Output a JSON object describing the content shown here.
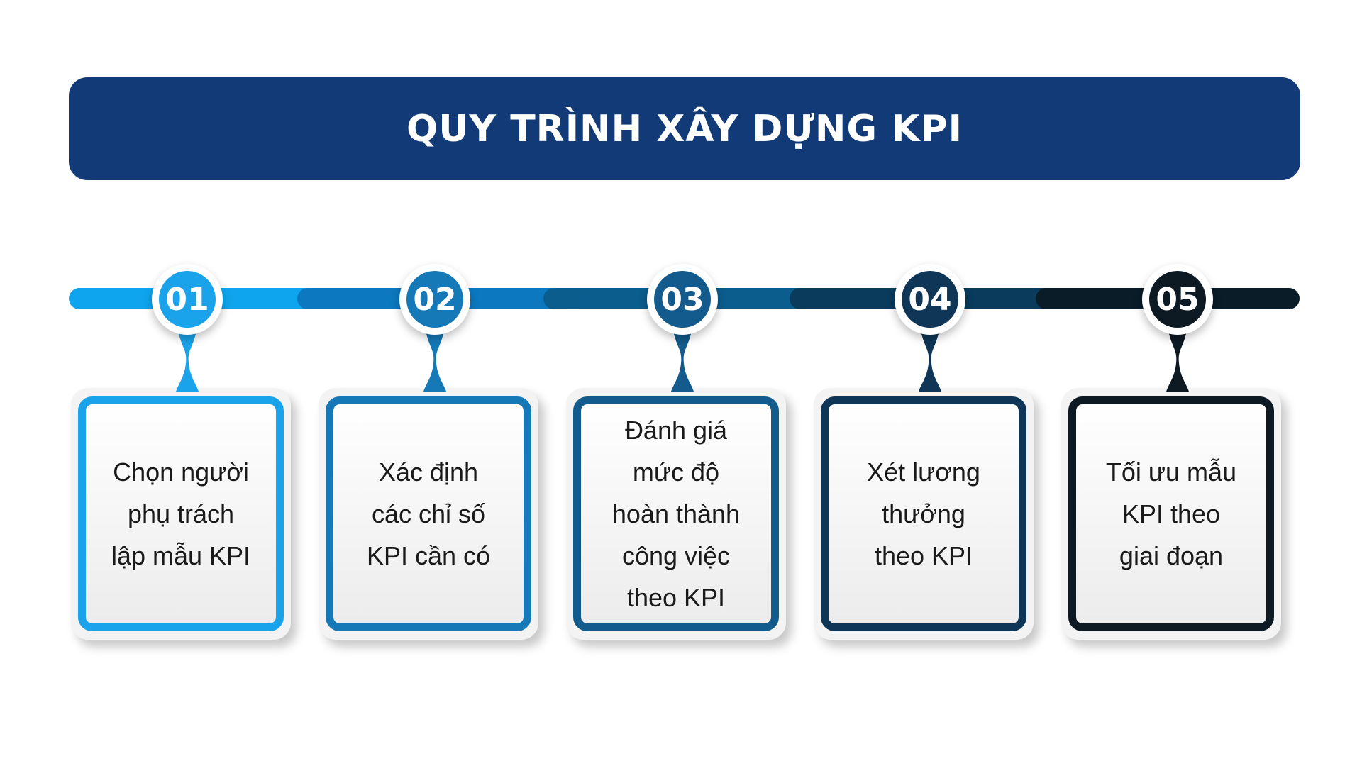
{
  "title": "QUY TRÌNH XÂY DỰNG KPI",
  "steps": [
    {
      "number": "01",
      "lines": [
        "Chọn người",
        "phụ trách",
        "lập mẫu KPI"
      ],
      "color": "#1aa3ea"
    },
    {
      "number": "02",
      "lines": [
        "Xác định",
        "các chỉ số",
        "KPI cần có"
      ],
      "color": "#1579b8"
    },
    {
      "number": "03",
      "lines": [
        "Đánh giá",
        "mức độ",
        "hoàn thành",
        "công việc",
        "theo KPI"
      ],
      "color": "#125b8c"
    },
    {
      "number": "04",
      "lines": [
        "Xét lương",
        "thưởng",
        "theo KPI"
      ],
      "color": "#0f3657"
    },
    {
      "number": "05",
      "lines": [
        "Tối ưu mẫu",
        "KPI theo",
        "giai đoạn"
      ],
      "color": "#0d1a24"
    }
  ],
  "bar_colors": [
    "#0ea5ee",
    "#0b78bf",
    "#0b5d8e",
    "#0a3b5c",
    "#0a1c28"
  ]
}
